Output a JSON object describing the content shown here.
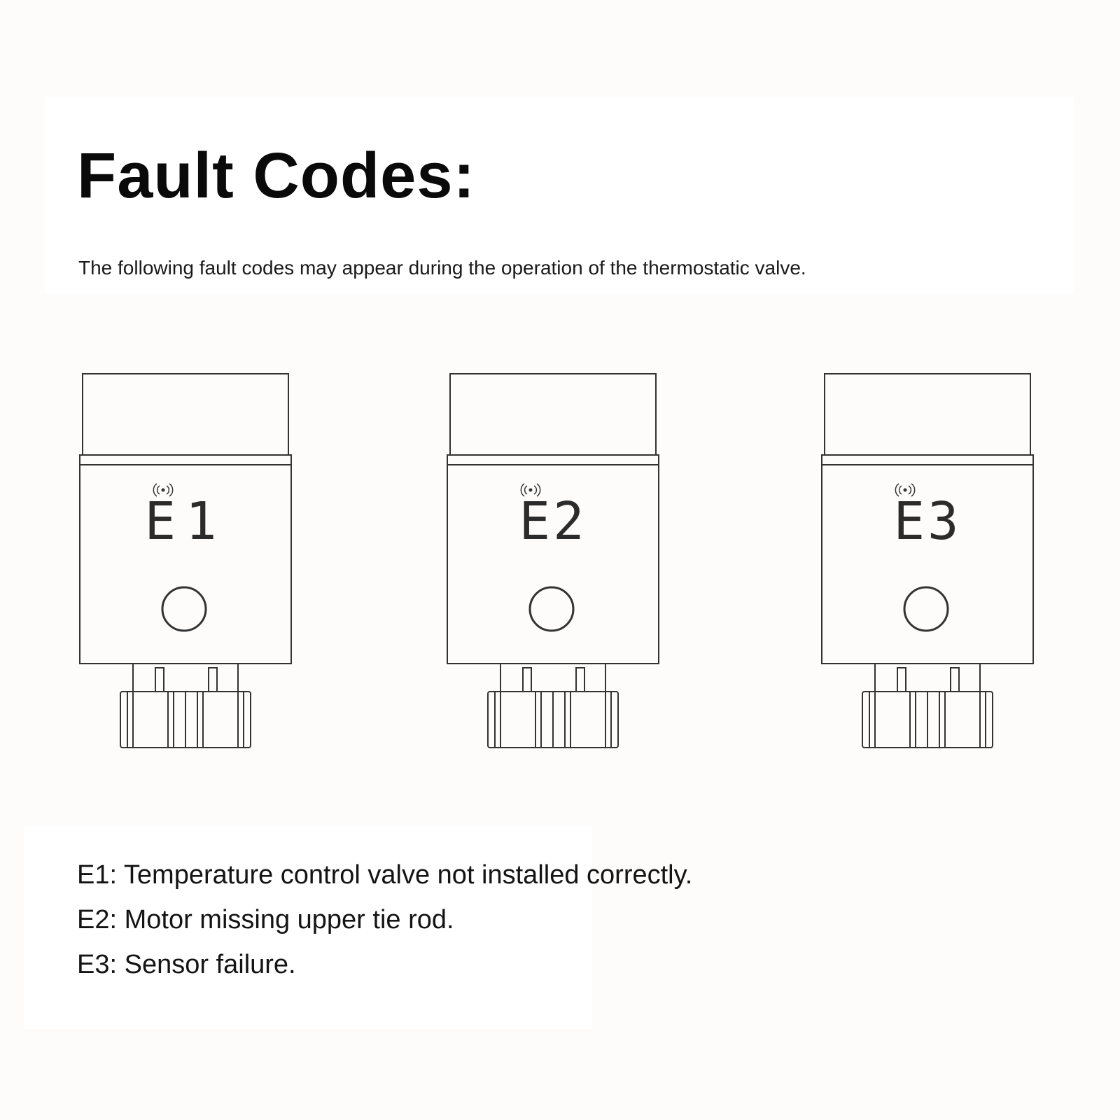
{
  "header": {
    "title": "Fault Codes:",
    "subtitle": "The following fault codes may appear during the operation of the thermostatic valve."
  },
  "devices": [
    {
      "code": "E1"
    },
    {
      "code": "E2"
    },
    {
      "code": "E3"
    }
  ],
  "legend": {
    "items": [
      {
        "text": "E1: Temperature control valve not installed correctly."
      },
      {
        "text": "E2: Motor missing upper tie rod."
      },
      {
        "text": "E3: Sensor failure."
      }
    ]
  },
  "colors": {
    "line": "#333333",
    "display": "#2b2b2b",
    "background": "#fdfcfb"
  },
  "icons": [
    "wireless-signal-icon",
    "power-button-icon"
  ]
}
